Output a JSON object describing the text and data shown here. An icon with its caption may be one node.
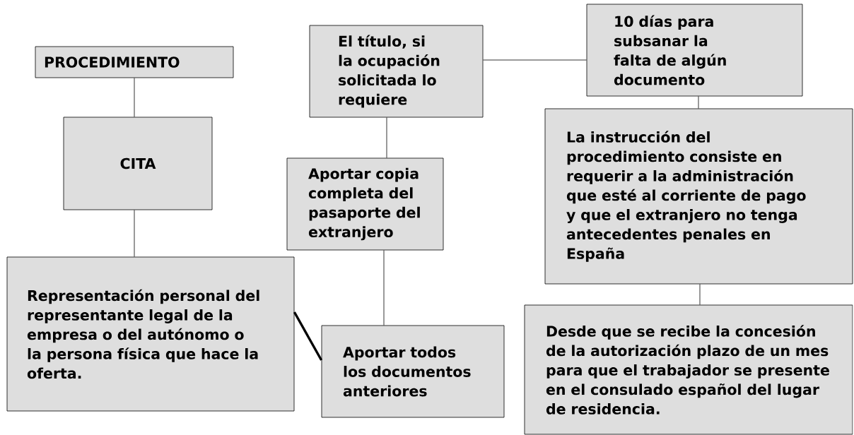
{
  "diagram": {
    "nodes": [
      {
        "text": [
          "PROCEDIMIENTO"
        ]
      },
      {
        "text": [
          "CITA"
        ]
      },
      {
        "text": [
          "Representación personal del representante legal de la empresa o del autónomo o la persona física que hace la oferta."
        ]
      },
      {
        "text": [
          "El título, si la ocupación solicitada lo requiere"
        ]
      },
      {
        "text": [
          "Aportar copia completa del pasaporte del extranjero"
        ]
      },
      {
        "text": [
          "Aportar todos los documentos anteriores"
        ]
      },
      {
        "text": [
          "10 días para subsanar la falta de algún documento"
        ]
      },
      {
        "text": [
          "La instrucción del procedimiento consiste en requerir a la administración que esté al corriente de pago y que el extranjero no tenga antecedentes penales en España"
        ]
      },
      {
        "text": [
          "Desde que se recibe la concesión de la autorización plazo de un mes para que el trabajador se presente en el consulado español del lugar de residencia."
        ]
      }
    ],
    "edges": [
      {
        "from": 0,
        "to": 1,
        "arrow": "none"
      },
      {
        "from": 1,
        "to": 2,
        "arrow": "none"
      },
      {
        "from": 2,
        "to": 5,
        "arrow": "none",
        "style": "thick"
      },
      {
        "from": 3,
        "to": 4,
        "arrow": "none"
      },
      {
        "from": 4,
        "to": 5,
        "arrow": "none"
      },
      {
        "from": 3,
        "to": 6,
        "arrow": "none"
      },
      {
        "from": 6,
        "to": 7,
        "arrow": "none"
      },
      {
        "from": 7,
        "to": 8,
        "arrow": "none"
      }
    ]
  }
}
